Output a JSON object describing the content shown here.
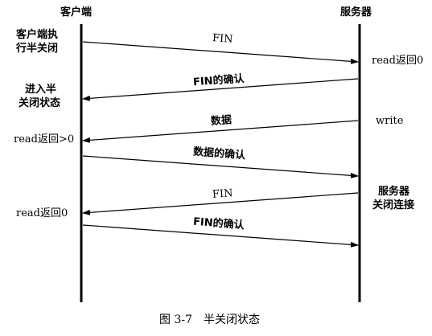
{
  "participants": {
    "client": "客户端",
    "server": "服务器"
  },
  "messages": [
    {
      "label": "FIN",
      "from": "client",
      "to": "server"
    },
    {
      "label": "FIN的确认",
      "from": "server",
      "to": "client"
    },
    {
      "label": "数据",
      "from": "server",
      "to": "client"
    },
    {
      "label": "数据的确认",
      "from": "client",
      "to": "server"
    },
    {
      "label": "FIN",
      "from": "server",
      "to": "client"
    },
    {
      "label": "FIN的确认",
      "from": "client",
      "to": "server"
    }
  ],
  "client_notes": [
    {
      "line1": "客户端执",
      "line2": "行半关闭"
    },
    {
      "line1": "进入半",
      "line2": "关闭状态"
    },
    {
      "line1": "read返回>0"
    },
    {
      "line1": "read返回0"
    }
  ],
  "server_notes": [
    {
      "line1": "read返回0"
    },
    {
      "line1": "write"
    },
    {
      "line1": "服务器",
      "line2": "关闭连接"
    }
  ],
  "caption": "图 3-7　半关闭状态"
}
